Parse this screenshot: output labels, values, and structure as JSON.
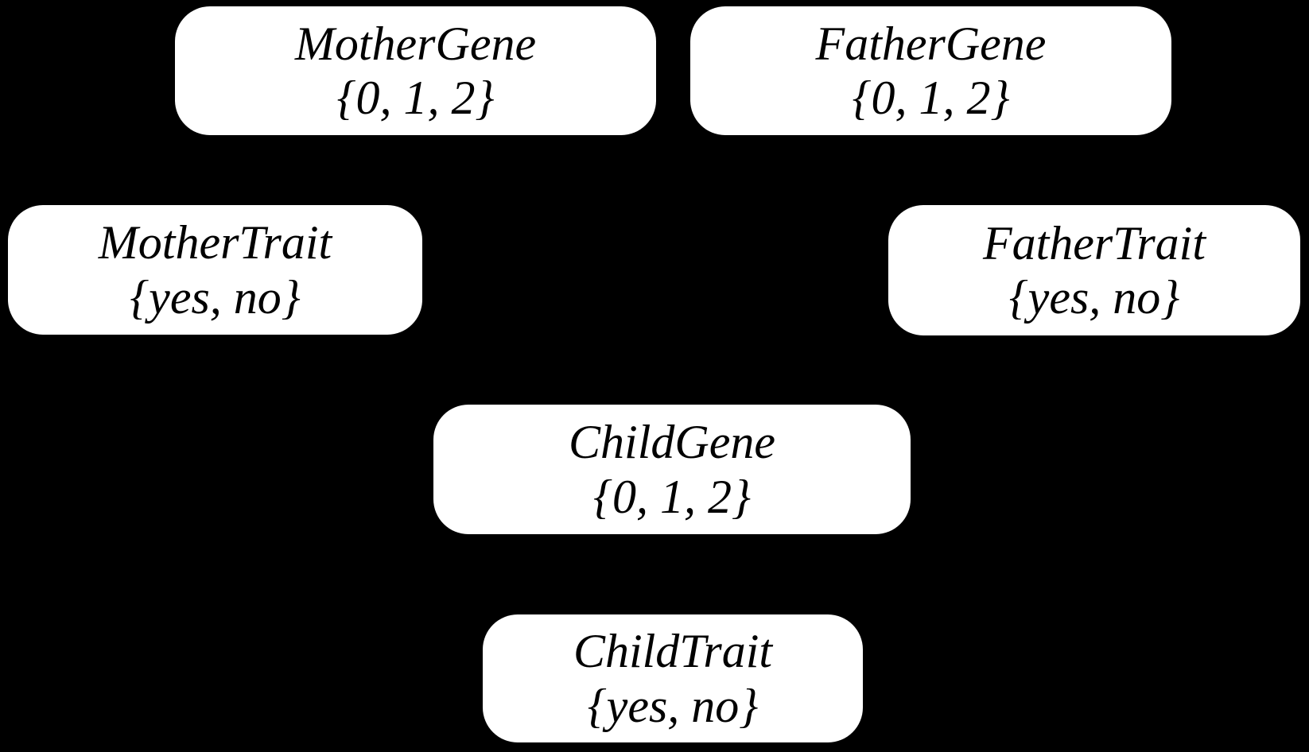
{
  "canvas": {
    "background_color": "#000000",
    "node_fill_color": "#ffffff",
    "node_text_color": "#000000"
  },
  "diagram": {
    "type": "bayesian-network",
    "nodes": [
      {
        "id": "mother-gene",
        "label": "MotherGene",
        "values": "{0, 1, 2}"
      },
      {
        "id": "father-gene",
        "label": "FatherGene",
        "values": "{0, 1, 2}"
      },
      {
        "id": "mother-trait",
        "label": "MotherTrait",
        "values": "{yes, no}"
      },
      {
        "id": "father-trait",
        "label": "FatherTrait",
        "values": "{yes, no}"
      },
      {
        "id": "child-gene",
        "label": "ChildGene",
        "values": "{0, 1, 2}"
      },
      {
        "id": "child-trait",
        "label": "ChildTrait",
        "values": "{yes, no}"
      }
    ]
  }
}
